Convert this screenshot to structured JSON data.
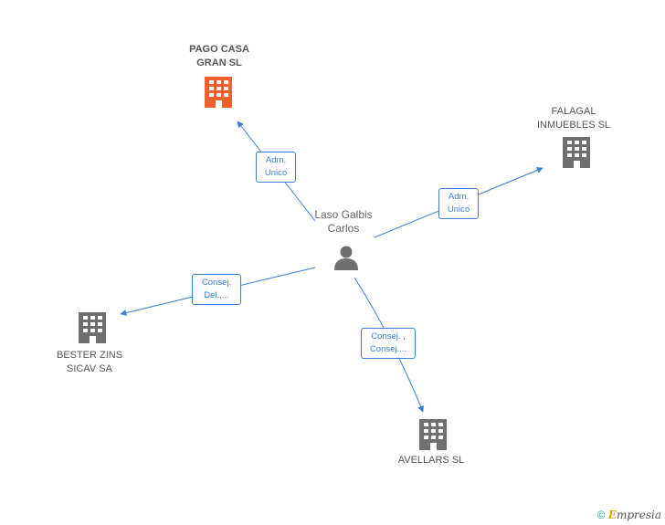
{
  "center": {
    "label": "Laso Galbis\nCarlos",
    "icon": "person-icon"
  },
  "companies": [
    {
      "id": "pago",
      "label": "PAGO CASA\nGRAN SL",
      "icon": "building-icon",
      "color": "#f0622d",
      "main": true
    },
    {
      "id": "falagal",
      "label": "FALAGAL\nINMUEBLES SL",
      "icon": "building-icon",
      "color": "#707070"
    },
    {
      "id": "bester",
      "label": "BESTER ZINS\nSICAV SA",
      "icon": "building-icon",
      "color": "#707070"
    },
    {
      "id": "avellars",
      "label": "AVELLARS SL",
      "icon": "building-icon",
      "color": "#707070"
    }
  ],
  "edges": [
    {
      "to": "pago",
      "label": "Adm.\nUnico"
    },
    {
      "to": "falagal",
      "label": "Adm.\nUnico"
    },
    {
      "to": "bester",
      "label": "Consej.\nDel.,..."
    },
    {
      "to": "avellars",
      "label": "Consej. ,\nConsej...."
    }
  ],
  "footer": {
    "copyright_symbol": "©",
    "brand_first": "E",
    "brand_rest": "mpresia"
  },
  "colors": {
    "edge": "#3a7fd5",
    "main_company": "#f0622d",
    "company": "#707070",
    "person": "#707070"
  }
}
